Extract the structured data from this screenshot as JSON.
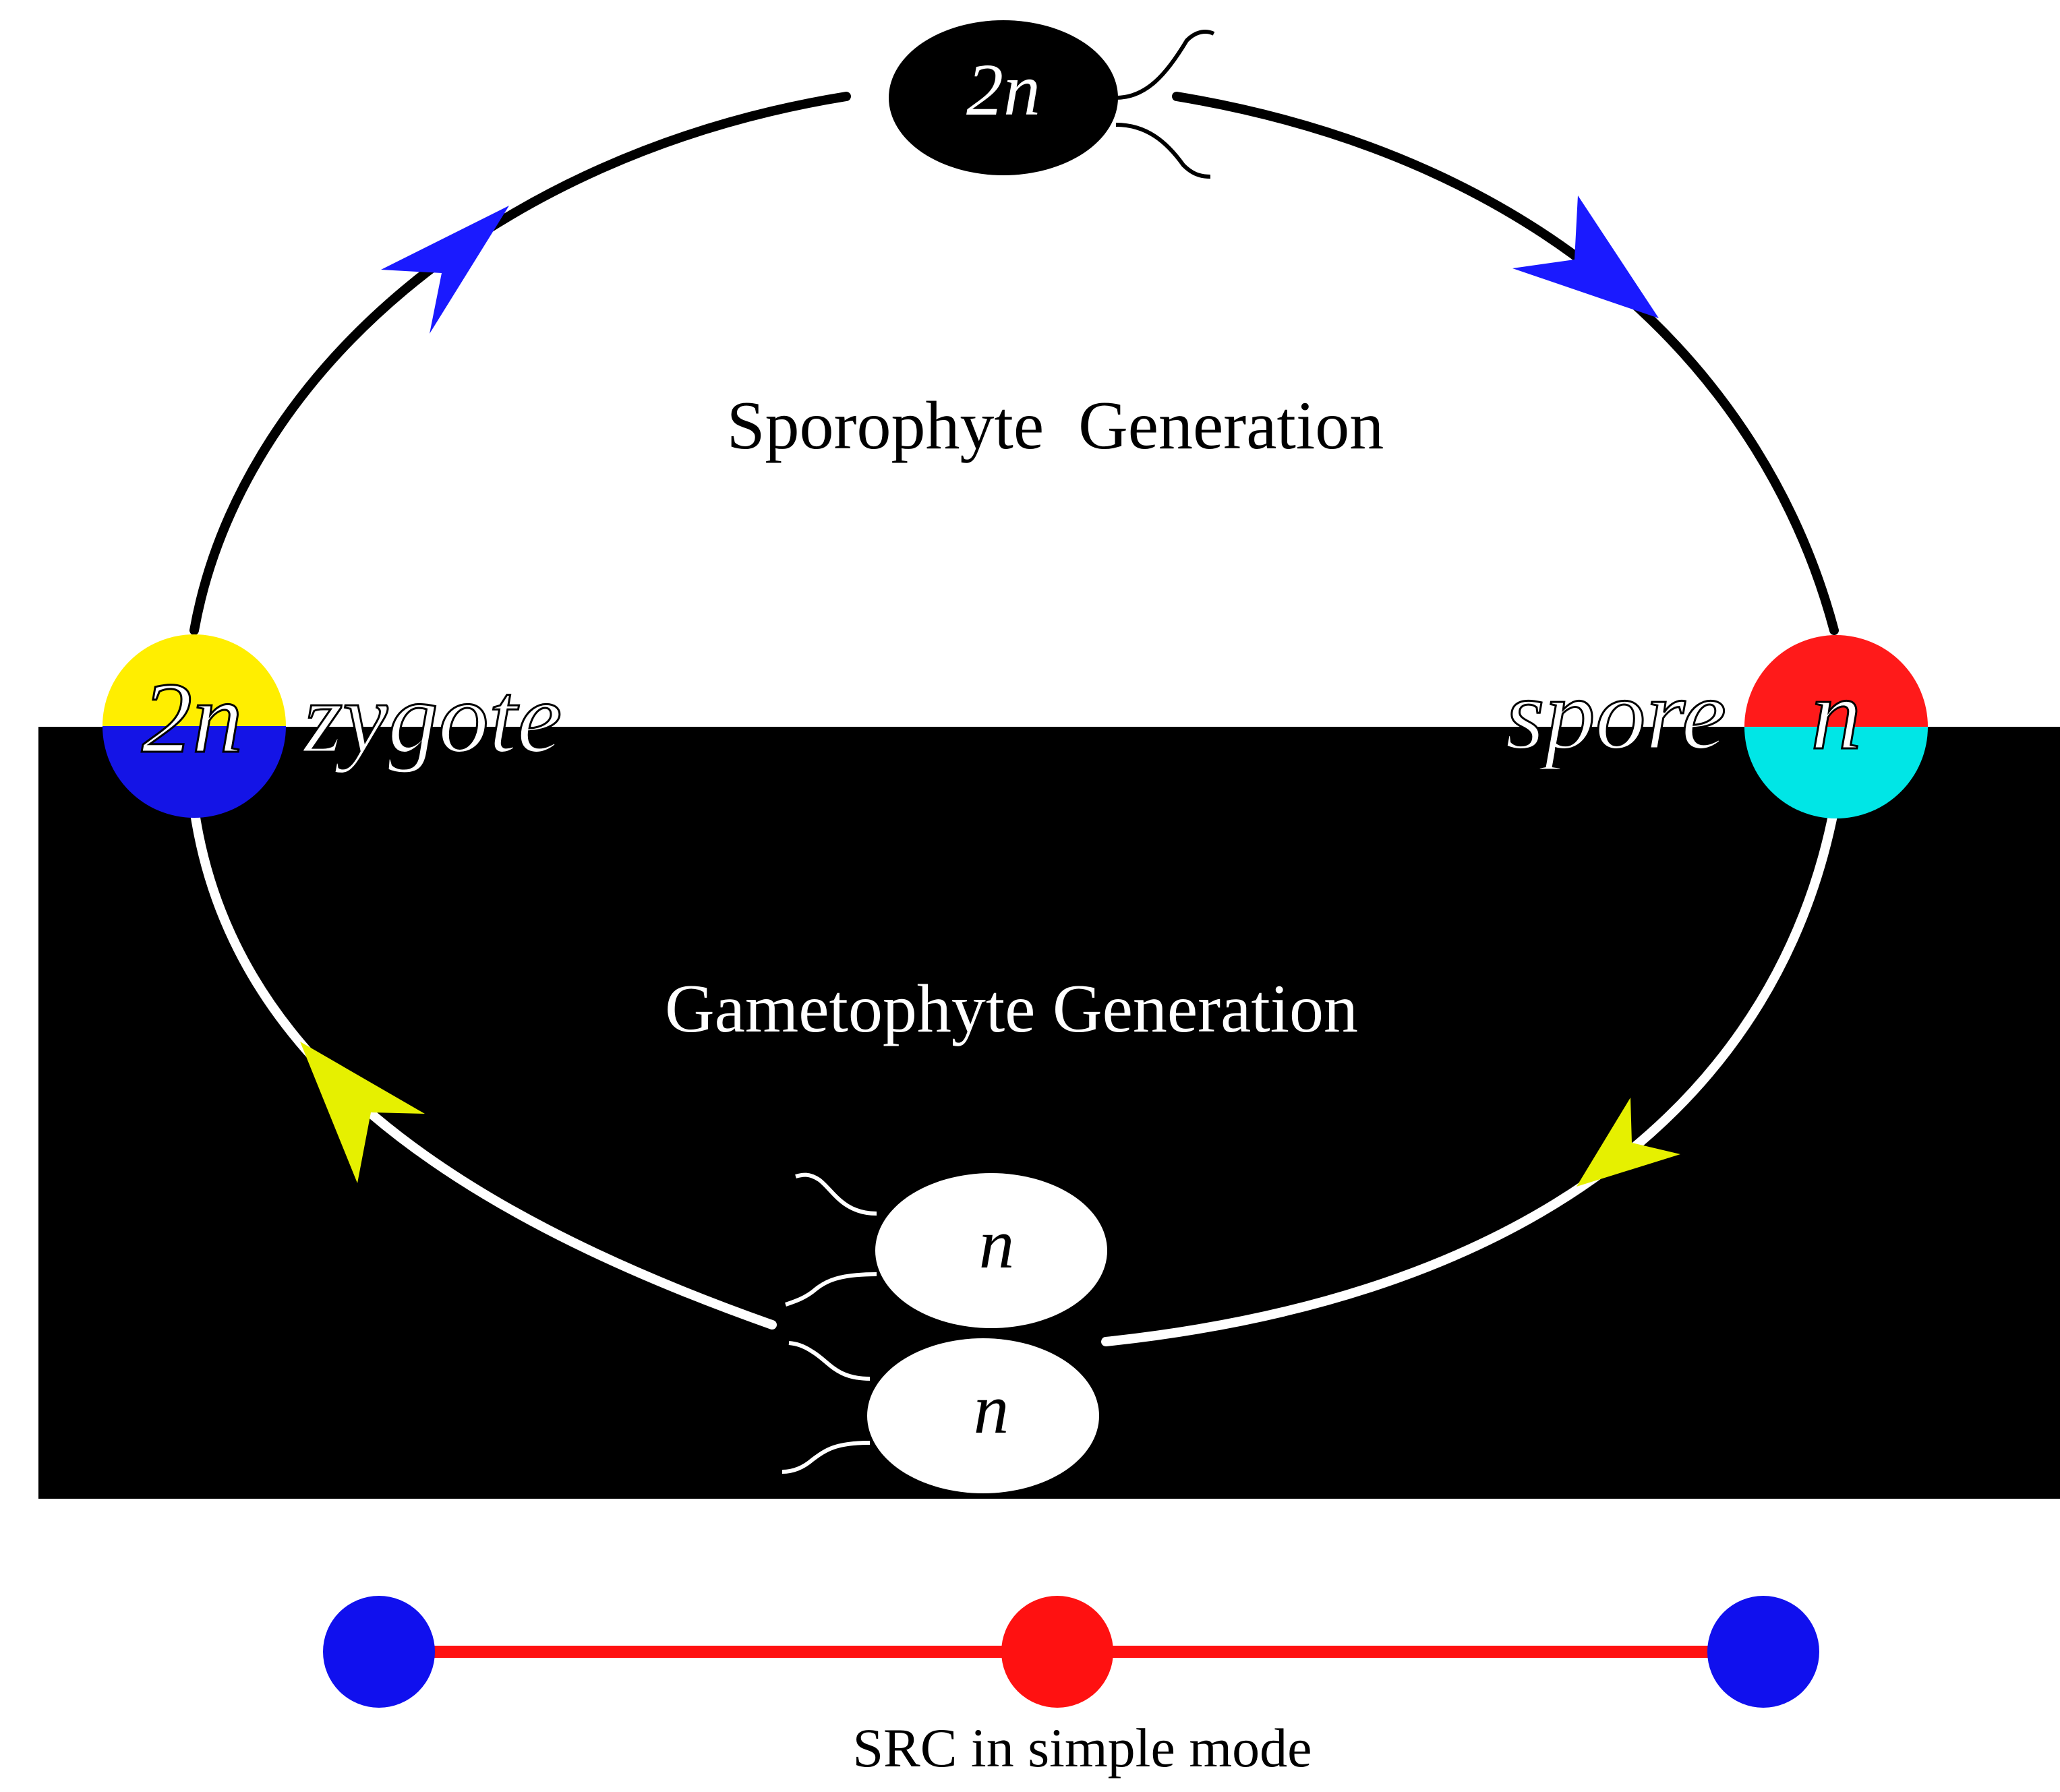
{
  "diagram": {
    "sporophyte_label": "Sporophyte  Generation",
    "gametophyte_label": "Gametophyte Generation",
    "top_cell_label": "2n",
    "zygote_ploidy": "2n",
    "zygote_label": "zygote",
    "spore_ploidy": "n",
    "spore_label": "spore",
    "gamete_upper_label": "n",
    "gamete_lower_label": "n",
    "caption": "SRC in simple mode"
  },
  "colors": {
    "background_top": "#ffffff",
    "background_bottom": "#000000",
    "cycle_line_top": "#000000",
    "cycle_line_bottom": "#ffffff",
    "arrow_top": "#1a1aff",
    "arrow_bottom": "#e6f000",
    "zygote_top": "#ffee00",
    "zygote_bottom": "#1414e6",
    "spore_top": "#ff1a1a",
    "spore_bottom": "#00e6e6",
    "src_node_end": "#1010ee",
    "src_node_middle": "#ff1111",
    "src_link": "#ff1111"
  },
  "src_chain": {
    "nodes": [
      "end",
      "middle",
      "end"
    ]
  }
}
